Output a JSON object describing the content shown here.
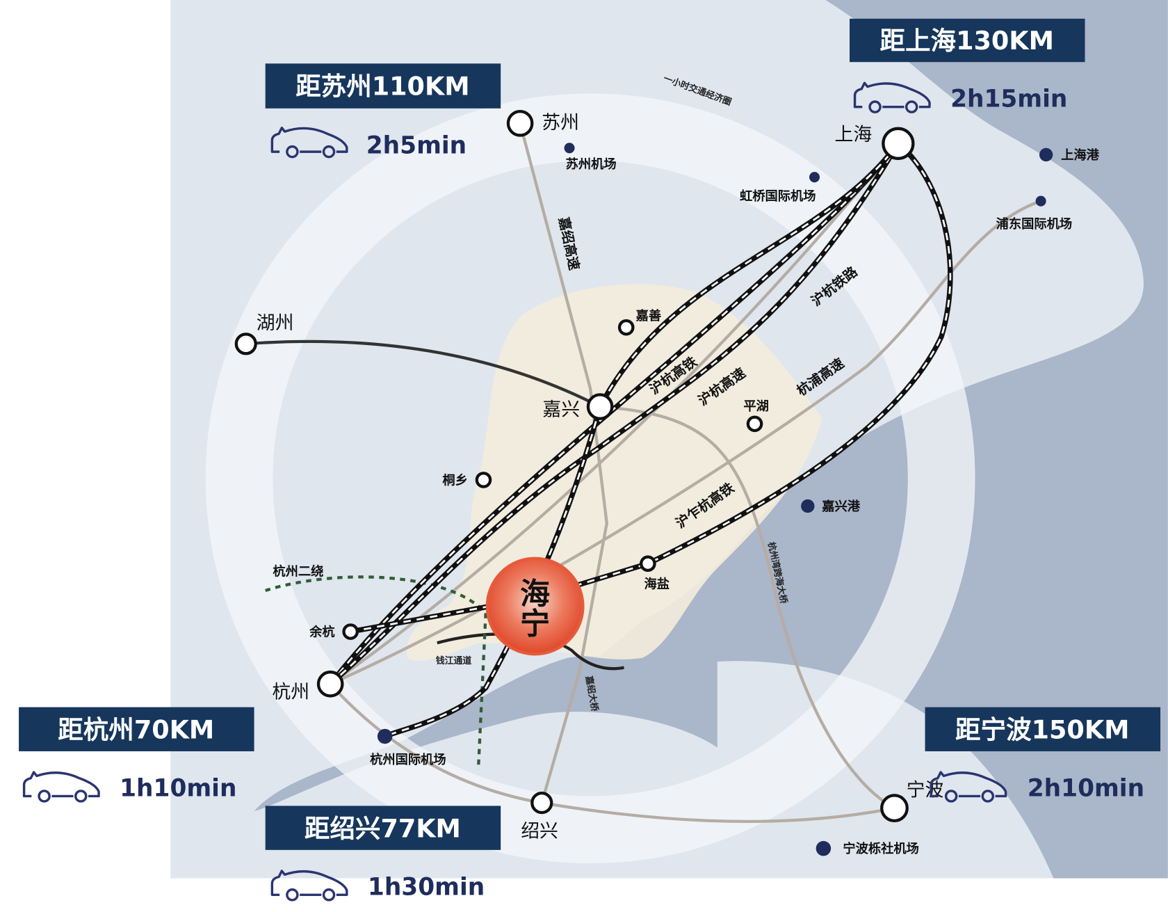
{
  "colors": {
    "label_box": "#16365c",
    "time_text": "#1f2d5c",
    "sea": "#aab6c9",
    "land": "#f3ecdc",
    "haining": "#e0472a",
    "road": "#b5aca4",
    "rail": "#111111"
  },
  "distances": [
    {
      "label": "距苏州110KM",
      "time": "2h5min",
      "icon": "car-icon"
    },
    {
      "label": "距上海130KM",
      "time": "2h15min",
      "icon": "car-icon"
    },
    {
      "label": "距杭州70KM",
      "time": "1h10min",
      "icon": "car-icon"
    },
    {
      "label": "距绍兴77KM",
      "time": "1h30min",
      "icon": "car-icon"
    },
    {
      "label": "距宁波150KM",
      "time": "2h10min",
      "icon": "car-icon"
    }
  ],
  "center": {
    "line1": "海",
    "line2": "宁"
  },
  "cities": {
    "suzhou": "苏州",
    "shanghai": "上海",
    "huzhou": "湖州",
    "jiaxing": "嘉兴",
    "jiashan": "嘉善",
    "pinghu": "平湖",
    "tongxiang": "桐乡",
    "haiyan": "海盐",
    "yuhang": "余杭",
    "hangzhou": "杭州",
    "shaoxing": "绍兴",
    "ningbo": "宁波"
  },
  "pois": {
    "suzhou_airport": "苏州机场",
    "hongqiao_airport": "虹桥国际机场",
    "pudong_airport": "浦东国际机场",
    "shanghai_port": "上海港",
    "jiaxing_port": "嘉兴港",
    "hangzhou_airport": "杭州国际机场",
    "ningbo_airport": "宁波栎社机场"
  },
  "routes": {
    "jiashao_expressway": "嘉绍高速",
    "huhang_railway": "沪杭铁路",
    "huhang_hsr": "沪杭高铁",
    "huhang_expressway": "沪杭高速",
    "hangpu_expressway": "杭浦高速",
    "huzhahang_hsr": "沪乍杭高铁",
    "bay_bridge": "杭州湾跨海大桥",
    "qianjiang_tunnel": "钱江通道",
    "jiashao_bridge": "嘉绍大桥",
    "hangzhou_ring2": "杭州二绕",
    "one_hour_circle": "一小时交通经济圈"
  }
}
